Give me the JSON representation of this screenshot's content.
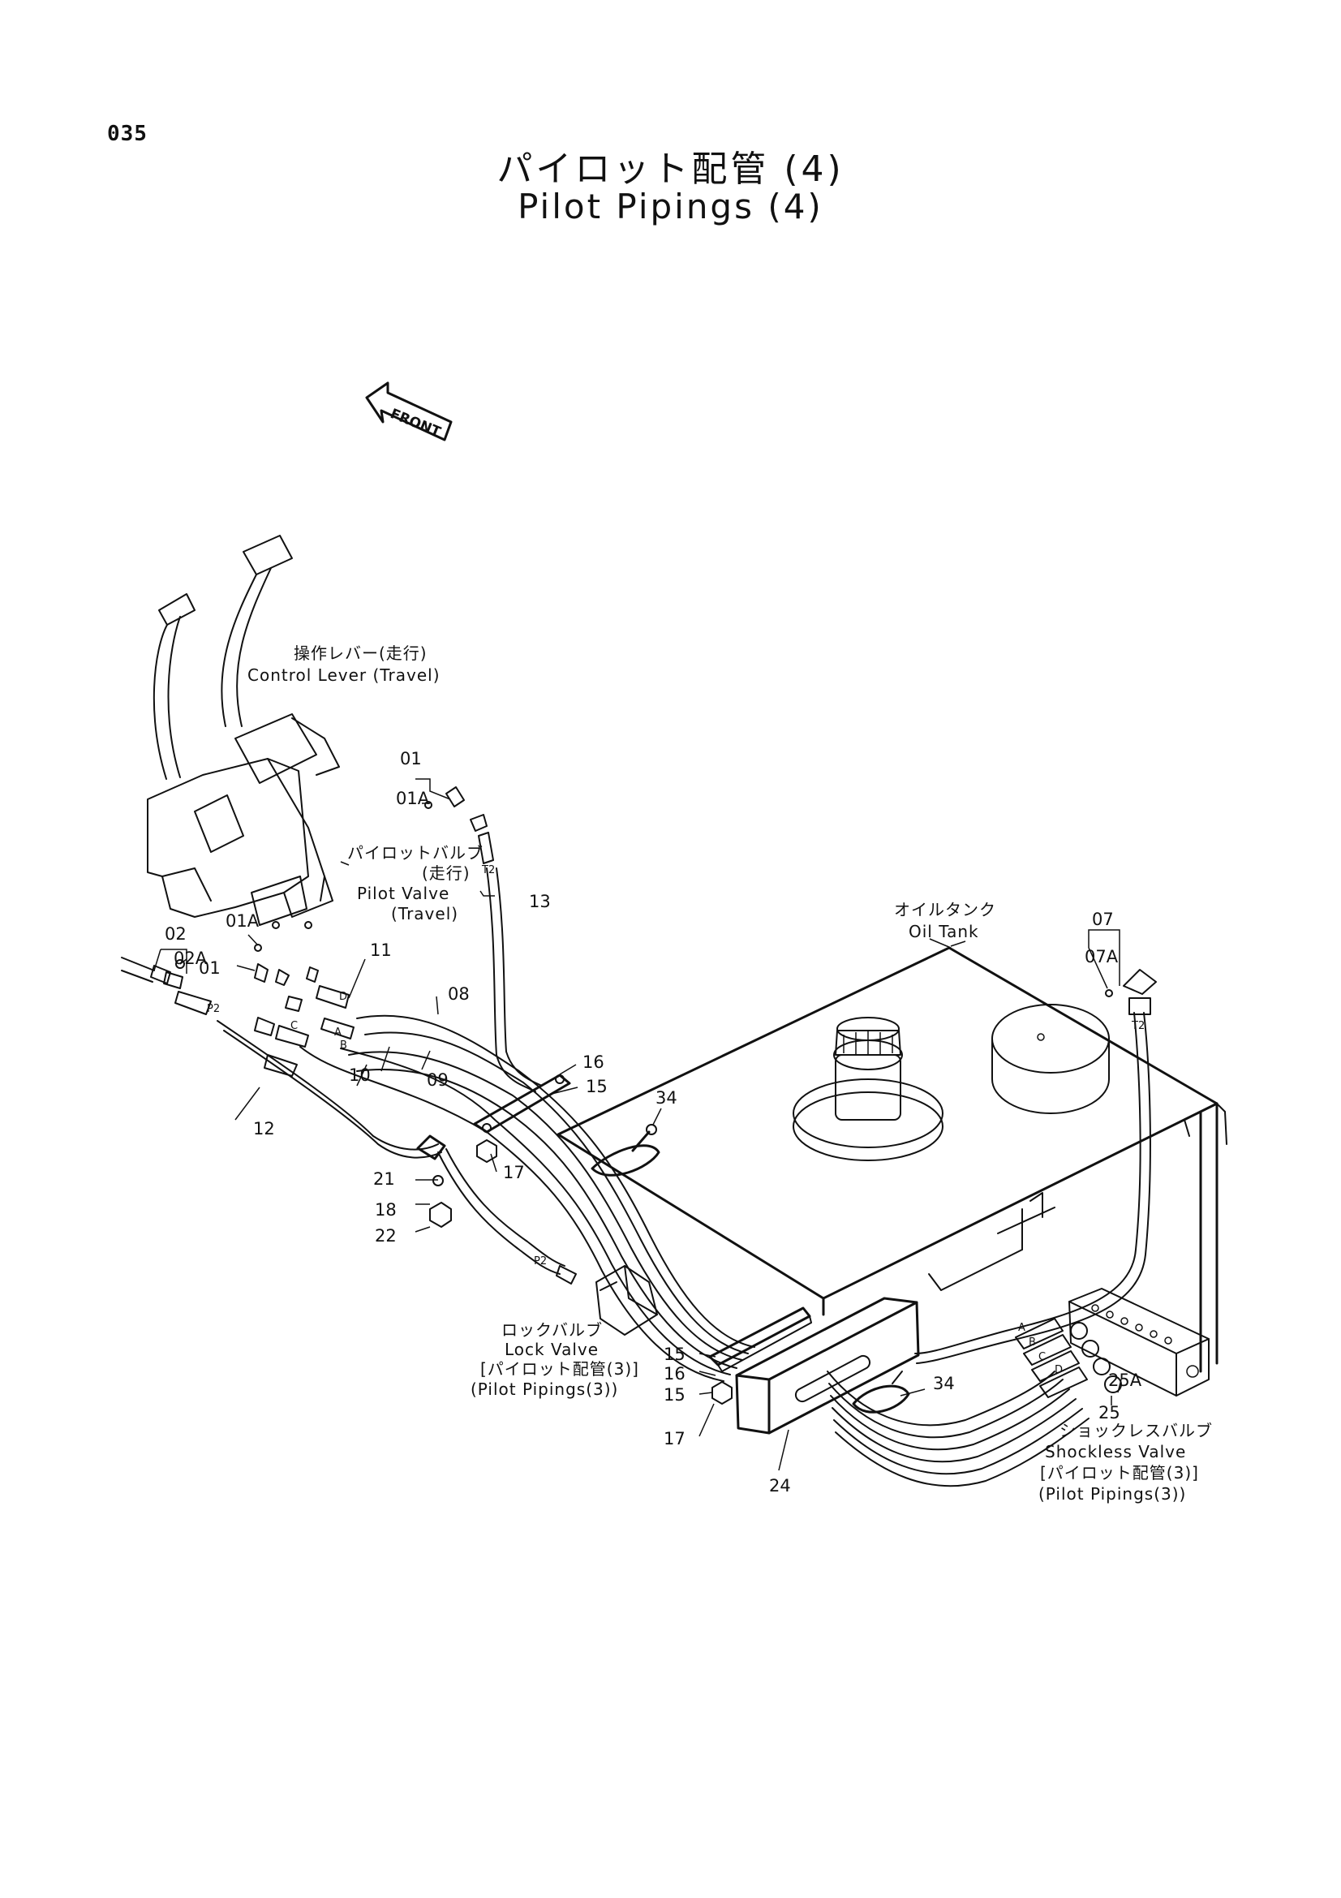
{
  "page_number": "035",
  "title_jp": "パイロット配管 (4)",
  "title_en": "Pilot Pipings (4)",
  "front_label": "FRONT",
  "components": {
    "control_lever": {
      "jp": "操作レバー(走行)",
      "en": "Control Lever (Travel)"
    },
    "pilot_valve": {
      "jp1": "パイロットバルブ",
      "jp2": "(走行)",
      "en1": "Pilot Valve",
      "en2": "(Travel)"
    },
    "oil_tank": {
      "jp": "オイルタンク",
      "en": "Oil Tank"
    },
    "lock_valve": {
      "jp": "ロックバルブ",
      "en": "Lock Valve",
      "ref_jp": "[パイロット配管(3)]",
      "ref_en": "(Pilot Pipings(3))"
    },
    "shockless_valve": {
      "jp": "ショックレスバルブ",
      "en": "Shockless Valve",
      "ref_jp": "[パイロット配管(3)]",
      "ref_en": "(Pilot Pipings(3))"
    }
  },
  "port_labels": {
    "t2": "T2",
    "p2": "P2",
    "a": "A",
    "b": "B",
    "c": "C",
    "d": "D"
  },
  "part_numbers": {
    "p01": "01",
    "p01a": "01A",
    "p02": "02",
    "p02a": "02A",
    "p07": "07",
    "p07a": "07A",
    "p08": "08",
    "p09": "09",
    "p10": "10",
    "p11": "11",
    "p12": "12",
    "p13": "13",
    "p15": "15",
    "p16": "16",
    "p17": "17",
    "p18": "18",
    "p21": "21",
    "p22": "22",
    "p24": "24",
    "p25": "25",
    "p25a": "25A",
    "p34": "34"
  }
}
